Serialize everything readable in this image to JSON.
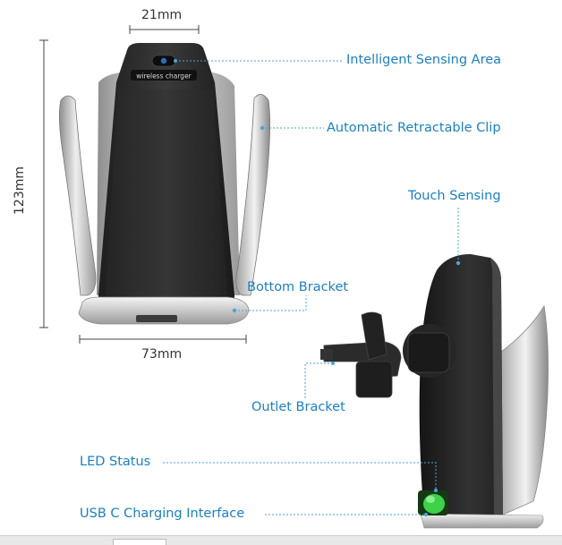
{
  "dimensions": {
    "width": "21mm",
    "height": "123mm",
    "base": "73mm"
  },
  "device_text": "wireless charger",
  "labels": {
    "sensing_area": "Intelligent Sensing Area",
    "retractable_clip": "Automatic Retractable Clip",
    "touch_sensing": "Touch Sensing",
    "bottom_bracket": "Bottom Bracket",
    "outlet_bracket": "Outlet Bracket",
    "led_status": "LED Status",
    "usb_c": "USB C Charging Interface"
  },
  "colors": {
    "label": "#1c7fc0",
    "leader": "#4aa3d6",
    "body": "#2b2b2b",
    "silver": "#c8c8c8",
    "led": "#3ed14a"
  }
}
